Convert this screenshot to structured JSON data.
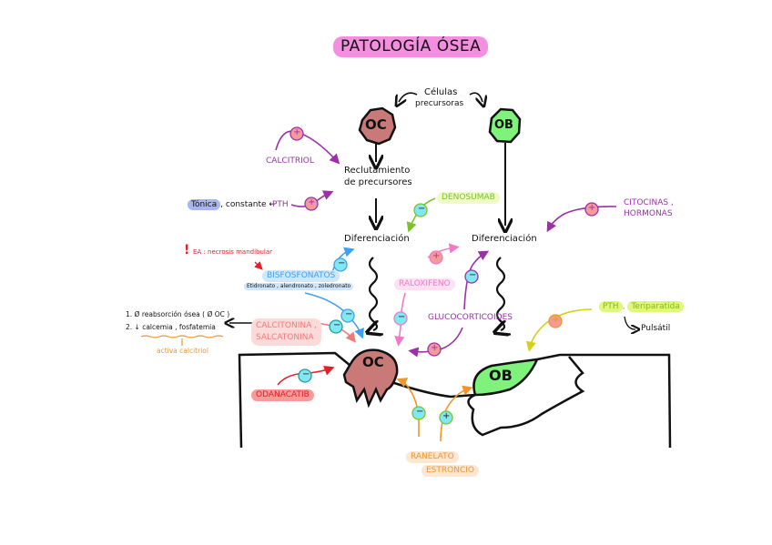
{
  "title": "PATOLOGÍA ÓSEA",
  "colors": {
    "title_highlight": "#f58ee0",
    "osteoclast_fill": "#c97a78",
    "osteoblast_fill": "#7ef27a",
    "plus_badge": "#f59a9a",
    "minus_badge": "#7fe8f0",
    "purple": "#9b30a8",
    "blue": "#3fa0f0",
    "pink": "#f07ac8",
    "salmon": "#f07a7a",
    "red": "#e0202a",
    "green": "#7ac42a",
    "yellow": "#d8cf1a",
    "orange": "#f0962a"
  },
  "precursors": {
    "label_line1": "Células",
    "label_line2": "precursoras"
  },
  "cells": {
    "oc": "OC",
    "ob": "OB"
  },
  "steps": {
    "recruitment_line1": "Reclutamiento",
    "recruitment_line2": "de precursores",
    "differentiation_oc": "Diferenciación",
    "differentiation_ob": "Diferenciación"
  },
  "modulators": {
    "calcitriol": {
      "label": "CALCITRIOL",
      "sign": "+"
    },
    "pth": {
      "label": "PTH",
      "sign": "+",
      "note_highlight": "Tónica",
      "note_rest": ", constante",
      "arrow": "←"
    },
    "denosumab": {
      "label": "DENOSUMAB",
      "sign": "−"
    },
    "citocinas": {
      "label_line1": "CITOCINAS ,",
      "label_line2": "HORMONAS",
      "sign": "+"
    },
    "bisfosfonatos": {
      "label": "BISFOSFONATOS",
      "examples": "Etidronato , alendronato , zoledronato",
      "signs": [
        "−",
        "−"
      ],
      "adverse_effect": "EA : necrosis mandibular",
      "warning": "!"
    },
    "raloxifeno": {
      "label": "RALOXIFENO",
      "signs": [
        "+",
        "−"
      ]
    },
    "glucocorticoides": {
      "label": "GLUCOCORTICOIDES",
      "signs": [
        "−",
        "+"
      ]
    },
    "calcitonina": {
      "label_line1": "CALCITONINA ,",
      "label_line2": "SALCATONINA",
      "sign": "−",
      "effects": [
        "1. Ø reabsorción ósea ( Ø OC )",
        "2. ↓ calcemia , fosfatemia"
      ],
      "effects_note": "activa calcitriol",
      "arrow": "←"
    },
    "teriparatida": {
      "label_part1": "PTH",
      "label_sep": ",",
      "label_part2": "Teriparatida",
      "sign": "+",
      "note": "Pulsátil"
    },
    "odanacatib": {
      "label": "ODANACATIB",
      "sign": "−"
    },
    "ranelato": {
      "label_line1": "RANELATO",
      "label_line2": "ESTRONCIO",
      "signs": [
        "−",
        "+"
      ]
    }
  }
}
